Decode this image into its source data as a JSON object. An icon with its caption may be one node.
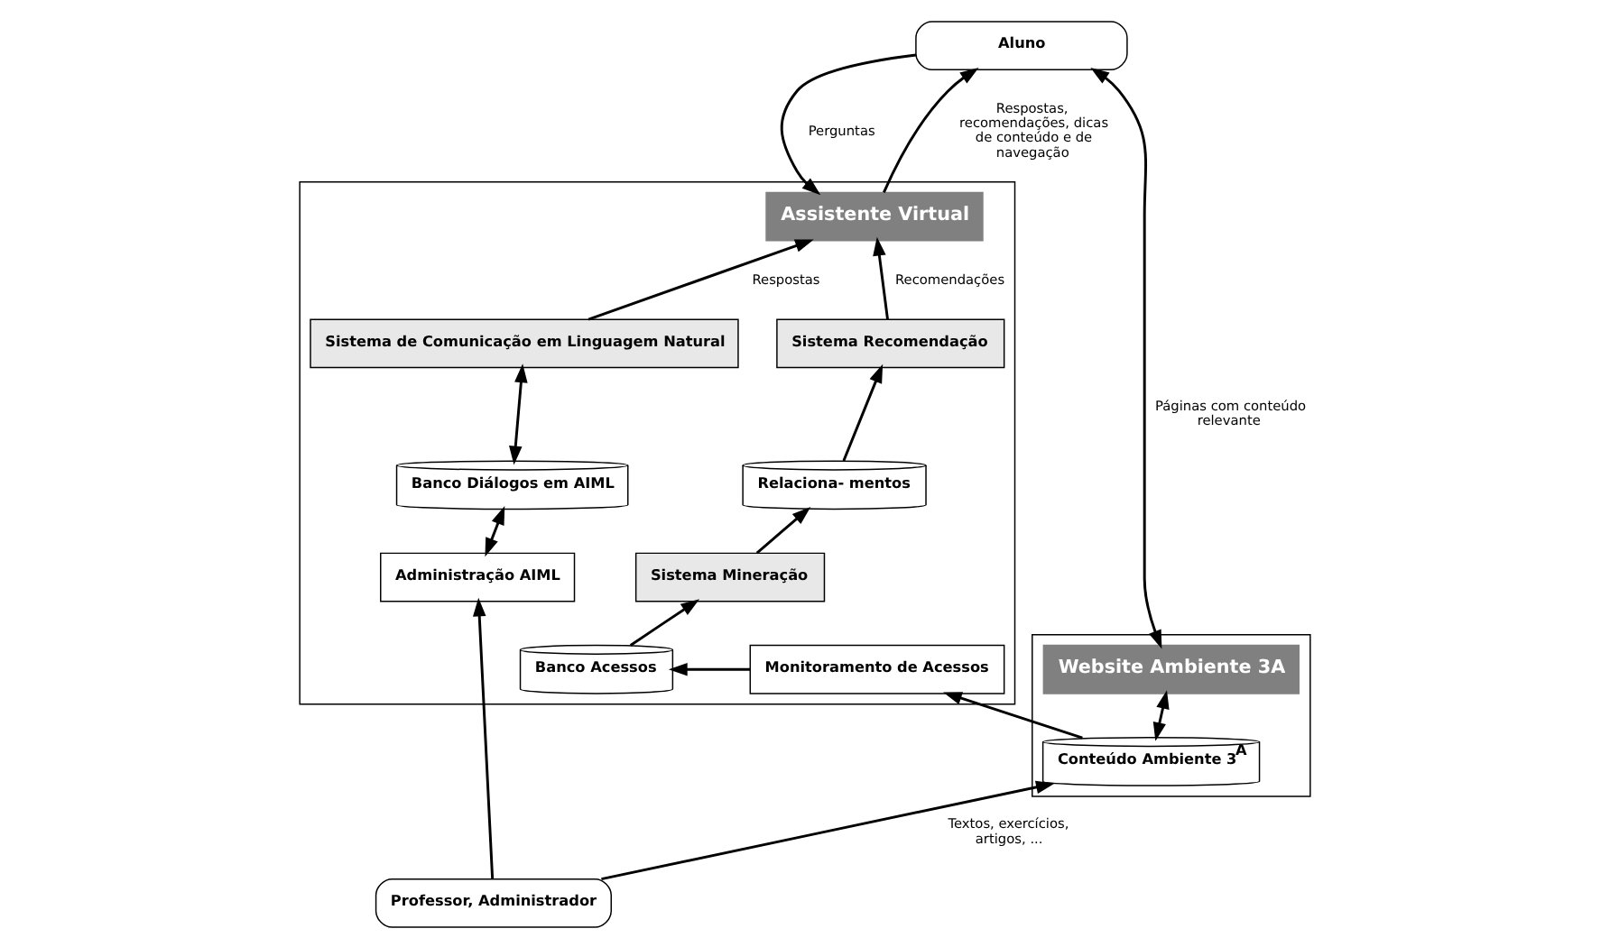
{
  "diagram": {
    "nodes": [
      {
        "text": [
          "Aluno"
        ]
      },
      {
        "text": [],
        "shape": "box"
      },
      {
        "text": [
          "Assistente Virtual"
        ],
        "in": 1
      },
      {
        "text": [],
        "shape": "box"
      },
      {
        "text": [
          "Website Ambiente 3A"
        ],
        "in": 3
      },
      {
        "text": [
          "Sistema de Comunicação em Linguagem Natural"
        ],
        "in": 1
      },
      {
        "text": [
          "Sistema Recomendação"
        ],
        "in": 1
      },
      {
        "text": [
          "Relaciona- mentos"
        ],
        "in": 1
      },
      {
        "text": [
          "Conteúdo Ambiente 3$^{A}$"
        ],
        "in": 3
      },
      {
        "text": [
          "Banco Diálogos em AIML"
        ],
        "in": 1
      },
      {
        "text": [
          "Sistema Mineração"
        ],
        "in": 1
      },
      {
        "text": [
          "Monitoramento de Acessos"
        ],
        "in": 1
      },
      {
        "text": [
          "Administração AIML"
        ],
        "in": 1
      },
      {
        "text": [
          "Banco Acessos"
        ],
        "in": 1
      },
      {
        "text": [
          "Professor, Administrador"
        ]
      }
    ],
    "edges": [
      {
        "from": 2,
        "to": 0,
        "arrow": "to",
        "label": "Respostas, recomendações, dicas de conteúdo e de navegação"
      },
      {
        "from": 0,
        "to": 2,
        "arrow": "to",
        "label": "Perguntas"
      },
      {
        "from": 4,
        "to": 0,
        "arrow": "both",
        "label": "Páginas com conteúdo relevante"
      },
      {
        "from": 5,
        "to": 2,
        "arrow": "to",
        "label": "Respostas"
      },
      {
        "from": 6,
        "to": 2,
        "arrow": "to",
        "label": "Recomendações"
      },
      {
        "from": 7,
        "to": 6,
        "arrow": "to"
      },
      {
        "from": 9,
        "to": 5,
        "arrow": "both"
      },
      {
        "from": 10,
        "to": 7,
        "arrow": "to"
      },
      {
        "from": 8,
        "to": 4,
        "arrow": "both"
      },
      {
        "from": 8,
        "to": 11,
        "arrow": "to"
      },
      {
        "from": 12,
        "to": 9,
        "arrow": "both"
      },
      {
        "from": 13,
        "to": 10,
        "arrow": "to"
      },
      {
        "from": 11,
        "to": 13,
        "arrow": "to"
      },
      {
        "from": 14,
        "to": 12,
        "arrow": "to"
      },
      {
        "from": 14,
        "to": 8,
        "arrow": "to",
        "label": "Textos, exercícios, artigos, ..."
      }
    ]
  }
}
